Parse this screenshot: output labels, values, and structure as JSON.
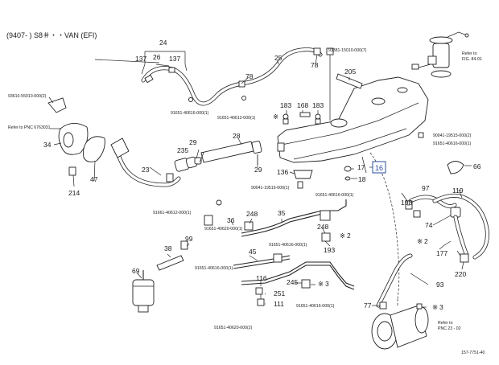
{
  "header": {
    "model_code": "(9407-      ) S8＃・・VAN (EFI)"
  },
  "refs": {
    "pnc_top": "Refer to PNC 6763031",
    "fig_top_right_1": "Refer to",
    "fig_top_right_2": "FIG. 84-01",
    "pnc_bottom_1": "Refer to",
    "pnc_bottom_2": "PNC 23 - 02"
  },
  "figure_id": "157-7751-40",
  "part_numbers": {
    "p93610": "93610-55010-000(2)",
    "p93381": "93381-15010-000(7)",
    "p91651_a": "91651-40616-000(1)",
    "p91651_b": "91651-40612-000(1)",
    "p90041_a": "90041-19515-000(2)",
    "p91651_c": "91651-40616-000(1)",
    "p90041_b": "90041-19516-000(1)",
    "p91651_d": "91651-40616-000(1)",
    "p91661": "91661-40612-000(1)",
    "p91651_e": "91651-40620-000(1)",
    "p91651_f": "91651-40616-000(1)",
    "p91651_g": "91651-40616-000(1)",
    "p91651_h": "91651-40616-000(1)",
    "p91651_i": "91651-40620-000(2)"
  },
  "callouts": {
    "c24": "24",
    "c26": "26",
    "c137a": "137",
    "c137b": "137",
    "c25": "25",
    "c78a": "78",
    "c78b": "78",
    "c205": "205",
    "c183a": "183",
    "c168": "168",
    "c183b": "183",
    "c28": "28",
    "c34": "34",
    "c47": "47",
    "c214": "214",
    "c23": "23",
    "c235": "235",
    "c29a": "29",
    "c29b": "29",
    "c17": "17",
    "c16": "16",
    "c136": "136",
    "c18": "18",
    "c66": "66",
    "c97": "97",
    "c119": "119",
    "c198": "198",
    "c74": "74",
    "c2a": "2",
    "c177": "177",
    "c220": "220",
    "c36": "36",
    "c248a": "248",
    "c35": "35",
    "c248b": "248",
    "c2b": "2",
    "c193": "193",
    "c99": "99",
    "c38": "38",
    "c45": "45",
    "c69": "69",
    "c116": "116",
    "c245": "245",
    "c3a": "3",
    "c93": "93",
    "c251": "251",
    "c111": "111",
    "c77": "77",
    "c3b": "3"
  },
  "star_marks": {
    "s1": "※",
    "s2": "※",
    "s3": "※",
    "s4": "※",
    "s5": "※"
  },
  "highlight_color": "#2a4c9c"
}
